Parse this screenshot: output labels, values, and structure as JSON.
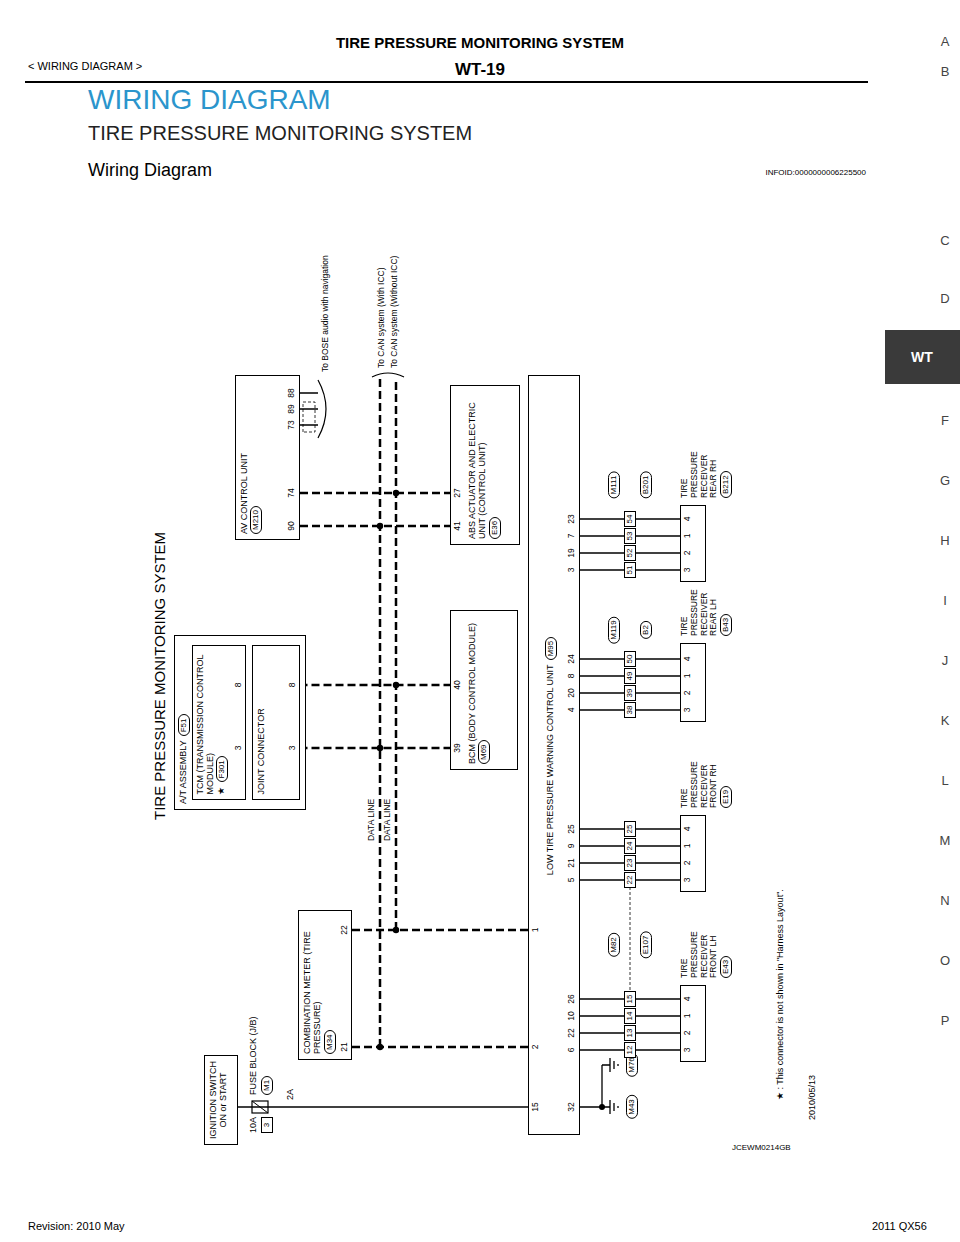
{
  "diagram": {
    "title": "TIRE PRESSURE MONITORING SYSTEM",
    "nodes": [
      {
        "text": [
          "IGNITION SWITCH ON or START"
        ]
      },
      {
        "text": [
          "COMBINATION METER (TIRE PRESSURE)",
          "M34"
        ]
      },
      {
        "text": [
          "A/T ASSEMBLY",
          "F51"
        ]
      },
      {
        "text": [
          "TCM (TRANSMISSION CONTROL MODULE)",
          "★",
          "F301"
        ],
        "in": 2
      },
      {
        "text": [
          "JOINT CONNECTOR"
        ],
        "in": 2
      },
      {
        "text": [
          "BCM (BODY CONTROL MODULE)",
          "M69"
        ]
      },
      {
        "text": [
          "AV CONTROL UNIT",
          "M210"
        ]
      },
      {
        "text": [
          "ABS ACTUATOR AND ELECTRIC UNIT (CONTROL UNIT)",
          "E36"
        ]
      },
      {
        "text": [
          "LOW TIRE PRESSURE WARNING CONTROL UNIT",
          "M95"
        ]
      },
      {
        "text": [
          "TIRE PRESSURE RECEIVER FRONT LH",
          "E43"
        ]
      },
      {
        "text": [
          "TIRE PRESSURE RECEIVER FRONT RH",
          "E19"
        ]
      },
      {
        "text": [
          "TIRE PRESSURE RECEIVER REAR LH",
          "B43"
        ]
      },
      {
        "text": [
          "TIRE PRESSURE RECEIVER REAR RH",
          "B212"
        ]
      }
    ],
    "edges": [
      {
        "from": 0,
        "to": 8,
        "arrow": "none"
      },
      {
        "from": 1,
        "to": 8,
        "arrow": "none"
      },
      {
        "from": 1,
        "to": 8,
        "arrow": "none"
      },
      {
        "from": 3,
        "to": 4,
        "arrow": "none"
      },
      {
        "from": 3,
        "to": 4,
        "arrow": "none"
      },
      {
        "from": 4,
        "to": 5,
        "arrow": "none"
      },
      {
        "from": 4,
        "to": 5,
        "arrow": "none"
      },
      {
        "from": 6,
        "to": 7,
        "arrow": "none"
      },
      {
        "from": 6,
        "to": 7,
        "arrow": "none"
      },
      {
        "from": 8,
        "to": 9,
        "arrow": "none"
      },
      {
        "from": 8,
        "to": 9,
        "arrow": "none"
      },
      {
        "from": 8,
        "to": 9,
        "arrow": "none"
      },
      {
        "from": 8,
        "to": 9,
        "arrow": "none"
      },
      {
        "from": 8,
        "to": 10,
        "arrow": "none"
      },
      {
        "from": 8,
        "to": 10,
        "arrow": "none"
      },
      {
        "from": 8,
        "to": 10,
        "arrow": "none"
      },
      {
        "from": 8,
        "to": 10,
        "arrow": "none"
      },
      {
        "from": 8,
        "to": 11,
        "arrow": "none"
      },
      {
        "from": 8,
        "to": 11,
        "arrow": "none"
      },
      {
        "from": 8,
        "to": 11,
        "arrow": "none"
      },
      {
        "from": 8,
        "to": 11,
        "arrow": "none"
      },
      {
        "from": 8,
        "to": 12,
        "arrow": "none"
      },
      {
        "from": 8,
        "to": 12,
        "arrow": "none"
      },
      {
        "from": 8,
        "to": 12,
        "arrow": "none"
      },
      {
        "from": 8,
        "to": 12,
        "arrow": "none"
      }
    ],
    "labels": [
      "< WIRING DIAGRAM >",
      "WT-19",
      "WIRING DIAGRAM",
      "TIRE PRESSURE MONITORING SYSTEM",
      "Wiring Diagram",
      "INFOID:0000000006225500",
      "A",
      "B",
      "C",
      "D",
      "WT",
      "F",
      "G",
      "H",
      "I",
      "J",
      "K",
      "L",
      "M",
      "N",
      "O",
      "P",
      "TIRE PRESSURE MONITORING SYSTEM",
      "FUSE BLOCK (J/B)",
      "M1",
      "10A",
      "3",
      "2A",
      "21",
      "22",
      "3",
      "8",
      "3",
      "8",
      "39",
      "40",
      "90",
      "74",
      "73",
      "89",
      "88",
      "41",
      "27",
      "DATA LINE",
      "DATA LINE",
      "To BOSE audio with navigation",
      "To CAN system (With ICC)",
      "To CAN system (Without ICC)",
      "15",
      "2",
      "1",
      "32",
      "6",
      "22",
      "10",
      "26",
      "5",
      "21",
      "9",
      "25",
      "4",
      "20",
      "8",
      "24",
      "3",
      "19",
      "7",
      "23",
      "M43",
      "M76",
      "M82",
      "E107",
      "12",
      "13",
      "14",
      "15",
      "22",
      "23",
      "24",
      "25",
      "M119",
      "B2",
      "38",
      "39",
      "49",
      "50",
      "M111",
      "B201",
      "51",
      "52",
      "53",
      "54",
      "3",
      "2",
      "1",
      "4",
      "3",
      "2",
      "1",
      "4",
      "3",
      "2",
      "1",
      "4",
      "3",
      "2",
      "1",
      "4",
      "★ : This connector is not shown in \"Harness Layout\".",
      "2010/05/13",
      "JCEWM0214GB",
      "Revision: 2010 May",
      "2011 QX56"
    ]
  }
}
